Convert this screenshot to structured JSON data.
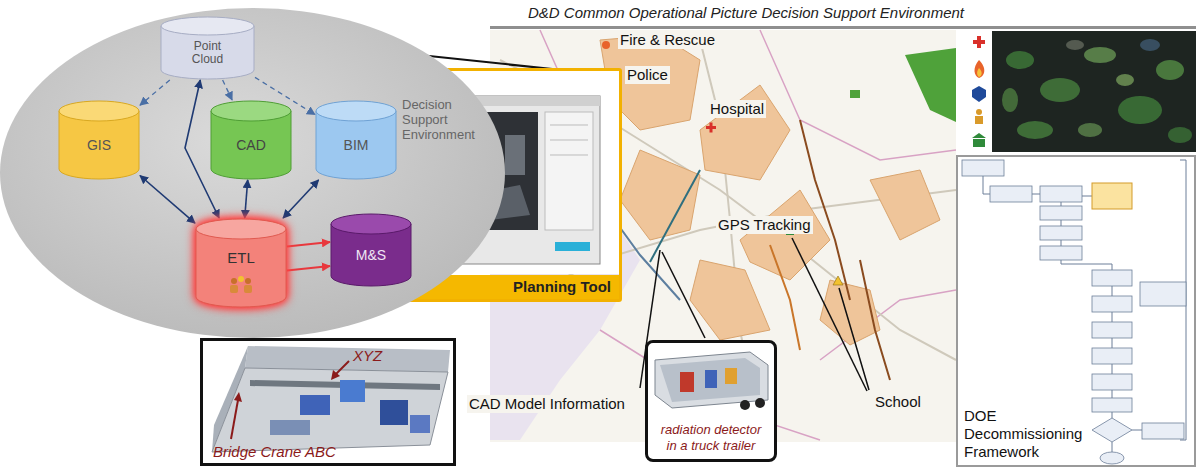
{
  "diagram": {
    "title": "D&D Common Operational Picture Decision Support Environment",
    "nodes": [
      {
        "text": [
          "Decision Support Environment"
        ]
      },
      {
        "text": [
          "Point Cloud"
        ],
        "in": 0
      },
      {
        "text": [
          "GIS"
        ],
        "in": 0
      },
      {
        "text": [
          "CAD"
        ],
        "in": 0
      },
      {
        "text": [
          "BIM"
        ],
        "in": 0
      },
      {
        "text": [
          "ETL"
        ],
        "in": 0
      },
      {
        "text": [
          "M&S"
        ],
        "in": 0
      },
      {
        "text": [
          "Planning Tool"
        ]
      },
      {
        "text": [
          "XYZ",
          "Bridge Crane ABC"
        ]
      },
      {
        "text": [
          "radiation detector in a truck trailer"
        ]
      },
      {
        "text": [
          "DOE Decommissioning Framework"
        ]
      }
    ],
    "edges": [
      {
        "from": 1,
        "to": 2,
        "arrow": "to"
      },
      {
        "from": 1,
        "to": 3,
        "arrow": "to"
      },
      {
        "from": 1,
        "to": 4,
        "arrow": "to"
      },
      {
        "from": 5,
        "to": 1,
        "arrow": "both"
      },
      {
        "from": 5,
        "to": 2,
        "arrow": "both"
      },
      {
        "from": 5,
        "to": 3,
        "arrow": "both"
      },
      {
        "from": 5,
        "to": 4,
        "arrow": "both"
      },
      {
        "from": 5,
        "to": 6,
        "arrow": "to"
      },
      {
        "from": 5,
        "to": 6,
        "arrow": "to"
      }
    ],
    "labels": [
      "Fire & Rescue",
      "Police",
      "Hospital",
      "GPS Tracking",
      "School",
      "CAD Model Information"
    ]
  }
}
